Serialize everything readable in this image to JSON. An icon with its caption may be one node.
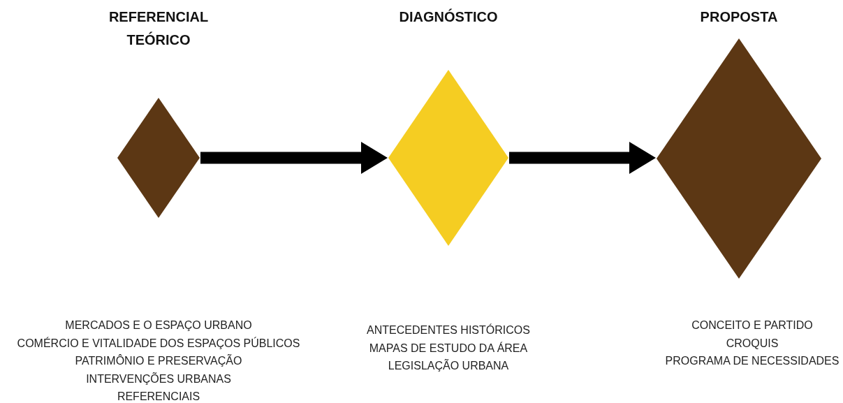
{
  "diagram": {
    "nodes": [
      {
        "text": [
          "REFERENCIAL TEÓRICO"
        ],
        "beside": [
          "MERCADOS E O ESPAÇO URBANO",
          "COMÉRCIO E VITALIDADE DOS ESPAÇOS PÚBLICOS",
          "PATRIMÔNIO E PRESERVAÇÃO",
          "INTERVENÇÕES URBANAS",
          "REFERENCIAIS"
        ]
      },
      {
        "text": [
          "DIAGNÓSTICO"
        ],
        "beside": [
          "ANTECEDENTES HISTÓRICOS",
          "MAPAS DE ESTUDO DA ÁREA",
          "LEGISLAÇÃO URBANA"
        ]
      },
      {
        "text": [
          "PROPOSTA"
        ],
        "beside": [
          "CONCEITO E PARTIDO",
          "CROQUIS",
          "PROGRAMA DE NECESSIDADES"
        ]
      }
    ],
    "edges": [
      {
        "from": 0,
        "to": 1,
        "arrow": "to"
      },
      {
        "from": 1,
        "to": 2,
        "arrow": "to"
      }
    ]
  }
}
